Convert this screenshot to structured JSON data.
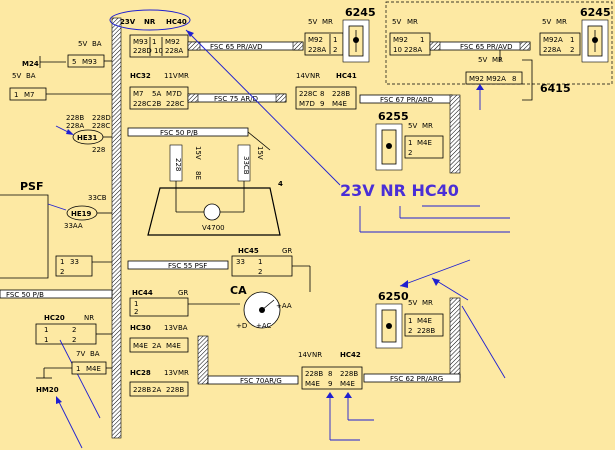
{
  "labels": {
    "hc40_top": "HC40",
    "v23": "23V",
    "nr": "NR",
    "m93": "M93",
    "n1": "1",
    "m92": "M92",
    "n10": "10",
    "n228d": "228D",
    "n228a": "228A",
    "fsc65": "FSC 65 PR/AVD",
    "fsc65b": "FSC 65 PR/AVD",
    "c6245a": "6245",
    "c6245b": "6245",
    "v5": "5V",
    "mr": "MR",
    "n2": "2",
    "m24": "M24",
    "v5ba": "5V",
    "ba": "BA",
    "n5": "5",
    "m7": "M7",
    "hc32": "HC32",
    "v11": "11V",
    "mr2": "MR",
    "n5a": "5A",
    "m7d": "M7D",
    "n228c": "228C",
    "n2b": "2B",
    "fsc75": "FSC 75 AR/D",
    "hc41": "HC41",
    "v14": "14V",
    "n8": "8",
    "n9": "9",
    "n228b": "228B",
    "m4e": "M4E",
    "fsc67": "FSC 67 PR/ARD",
    "m92a": "M92A",
    "c6415": "6415",
    "m92m92a": "M92 M92A",
    "c6255": "6255",
    "he31": "HE31",
    "n228": "228",
    "fsc50pb": "FSC 50 P/B",
    "n15v": "15V",
    "n8e": "8E",
    "n33cb": "33CB",
    "n4": "4",
    "v4700": "V4700",
    "psf": "PSF",
    "n33cb2": "33CB",
    "he19": "HE19",
    "n33aa": "33AA",
    "n33": "33",
    "big_label": "23V NR  HC40",
    "fsc55": "FSC 55 PSF",
    "hc45": "HC45",
    "gr": "GR",
    "fsc50b": "FSC 50 P/B",
    "hc44": "HC44",
    "ca": "CA",
    "plusaa": "+AA",
    "plusd": "+D",
    "plusac": "+AC",
    "c6250": "6250",
    "hc20": "HC20",
    "v7": "7V",
    "hm20": "HM20",
    "hc30": "HC30",
    "v13": "13V",
    "n2a": "2A",
    "hc28": "HC28",
    "fsc70": "FSC 70AR/G",
    "hc42": "HC42",
    "fsc62": "FSC 62 PR/ARG"
  }
}
